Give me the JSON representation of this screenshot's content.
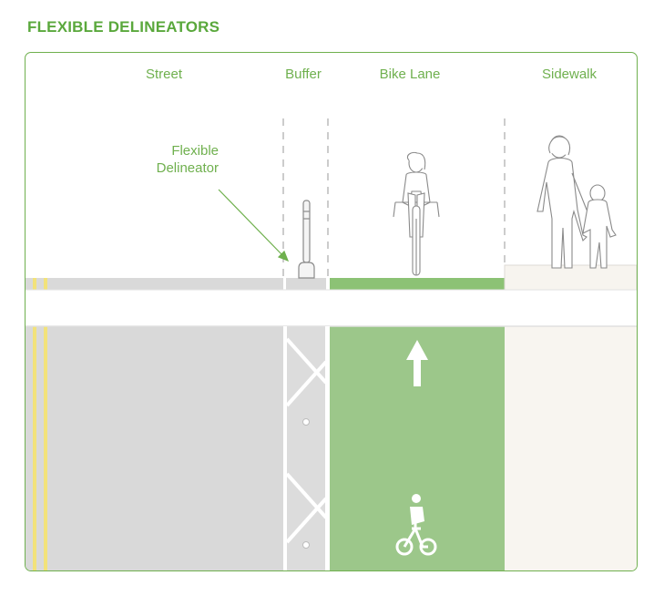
{
  "title": "FLEXIBLE DELINEATORS",
  "columns": {
    "street": "Street",
    "buffer": "Buffer",
    "bike_lane": "Bike Lane",
    "sidewalk": "Sidewalk"
  },
  "callout": {
    "line1": "Flexible",
    "line2": "Delineator"
  },
  "colors": {
    "accent": "#6fb04e",
    "bike_lane": "#9cc78a",
    "street": "#d9d9d9",
    "sidewalk": "#f7f4ef",
    "center_line": "#f2e27a"
  },
  "icons": [
    "bicycle-rider-icon",
    "pedestrians-icon",
    "flexible-delineator-post-icon",
    "arrow-up-icon",
    "bike-symbol-icon"
  ]
}
